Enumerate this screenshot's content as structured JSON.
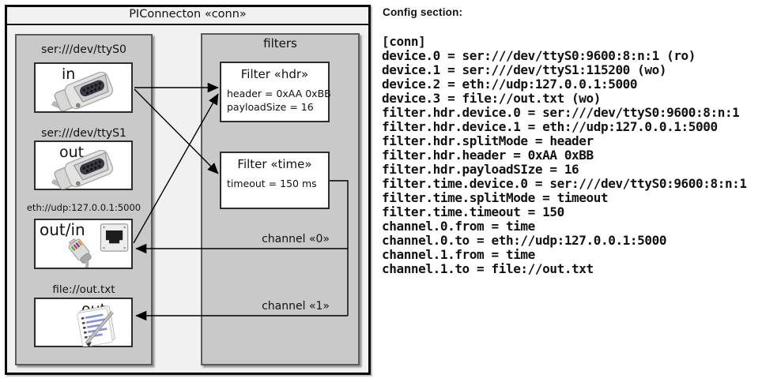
{
  "diagram": {
    "title": "PIConnecton «conn»",
    "devices_group": {
      "items": [
        {
          "label": "ser:///dev/ttyS0",
          "port": "in",
          "icon": "serial-connector-icon"
        },
        {
          "label": "ser:///dev/ttyS1",
          "port": "out",
          "icon": "serial-connector-icon"
        },
        {
          "label": "eth://udp:127.0.0.1:5000",
          "port": "out/in",
          "icon": "ethernet-icon"
        },
        {
          "label": "file://out.txt",
          "port": "out",
          "icon": "notepad-icon"
        }
      ]
    },
    "filters_group": {
      "title": "filters",
      "filters": [
        {
          "title": "Filter «hdr»",
          "attributes": [
            "header = 0xAA 0xBB",
            "payloadSize = 16"
          ]
        },
        {
          "title": "Filter «time»",
          "attributes": [
            "timeout = 150 ms"
          ]
        }
      ]
    },
    "channels": [
      {
        "label": "channel «0»"
      },
      {
        "label": "channel «1»"
      }
    ]
  },
  "config": {
    "heading": "Config section:",
    "lines": [
      "[conn]",
      "device.0 = ser:///dev/ttyS0:9600:8:n:1 (ro)",
      "device.1 = ser:///dev/ttyS1:115200 (wo)",
      "device.2 = eth://udp:127.0.0.1:5000",
      "device.3 = file://out.txt (wo)",
      "filter.hdr.device.0 = ser:///dev/ttyS0:9600:8:n:1",
      "filter.hdr.device.1 = eth://udp:127.0.0.1:5000",
      "filter.hdr.splitMode = header",
      "filter.hdr.header = 0xAA 0xBB",
      "filter.hdr.payloadSIze = 16",
      "filter.time.device.0 = ser:///dev/ttyS0:9600:8:n:1",
      "filter.time.splitMode = timeout",
      "filter.time.timeout = 150",
      "channel.0.from = time",
      "channel.0.to = eth://udp:127.0.0.1:5000",
      "channel.1.from = time",
      "channel.1.to = file://out.txt"
    ]
  },
  "colors": {
    "frame_bg": "#f1f1f1",
    "group_bg": "#c9c9c9",
    "node_bg": "#ffffff",
    "line": "#000000"
  }
}
